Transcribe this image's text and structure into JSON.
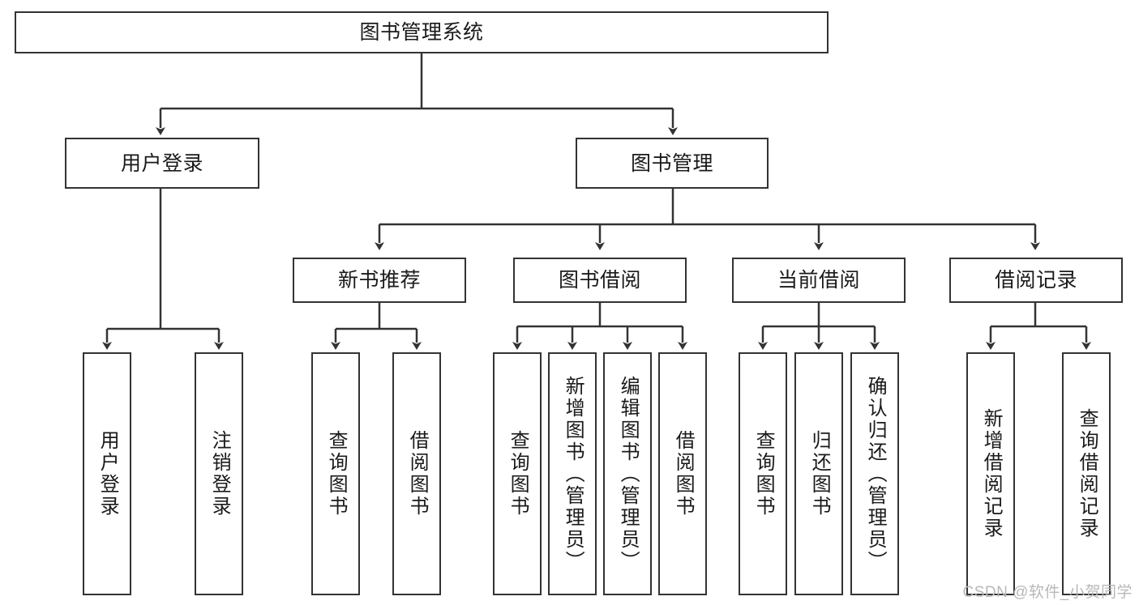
{
  "diagram": {
    "type": "tree",
    "title": "图书管理系统",
    "watermark": "CSDN @软件_小贺同学",
    "colors": {
      "stroke": "#333333",
      "fill": "#ffffff",
      "text": "#1a1a1a",
      "watermark": "#b8b8b8"
    },
    "nodes": {
      "root": {
        "label": "图书管理系统"
      },
      "level2": [
        {
          "id": "user-login",
          "label": "用户登录"
        },
        {
          "id": "book-manage",
          "label": "图书管理"
        }
      ],
      "level3": [
        {
          "id": "new-book-recommend",
          "label": "新书推荐"
        },
        {
          "id": "book-borrow",
          "label": "图书借阅"
        },
        {
          "id": "current-borrow",
          "label": "当前借阅"
        },
        {
          "id": "borrow-record",
          "label": "借阅记录"
        }
      ],
      "leaves": [
        {
          "id": "leaf-user-login",
          "label": "用户登录"
        },
        {
          "id": "leaf-logout",
          "label": "注销登录"
        },
        {
          "id": "leaf-query-book-1",
          "label": "查询图书"
        },
        {
          "id": "leaf-borrow-book-1",
          "label": "借阅图书"
        },
        {
          "id": "leaf-query-book-2",
          "label": "查询图书"
        },
        {
          "id": "leaf-add-book",
          "label": "新增图书（管理员）"
        },
        {
          "id": "leaf-edit-book",
          "label": "编辑图书（管理员）"
        },
        {
          "id": "leaf-borrow-book-2",
          "label": "借阅图书"
        },
        {
          "id": "leaf-query-book-3",
          "label": "查询图书"
        },
        {
          "id": "leaf-return-book",
          "label": "归还图书"
        },
        {
          "id": "leaf-confirm-return",
          "label": "确认归还（管理员）"
        },
        {
          "id": "leaf-add-record",
          "label": "新增借阅记录"
        },
        {
          "id": "leaf-query-record",
          "label": "查询借阅记录"
        }
      ]
    }
  }
}
